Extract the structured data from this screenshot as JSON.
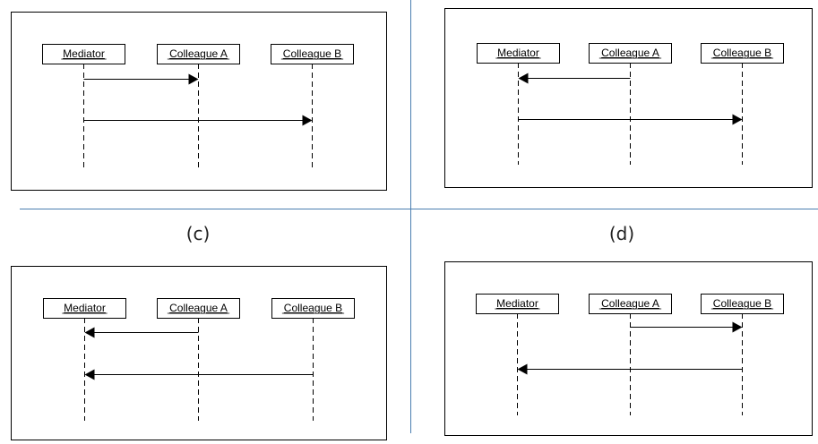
{
  "panels": [
    {
      "id": "a",
      "caption": "",
      "participants": [
        "Mediator",
        "Colleague A",
        "Colleague B"
      ],
      "messages": [
        {
          "from": "Mediator",
          "to": "Colleague A"
        },
        {
          "from": "Mediator",
          "to": "Colleague B"
        }
      ]
    },
    {
      "id": "b",
      "caption": "",
      "participants": [
        "Mediator",
        "Colleague A",
        "Colleague B"
      ],
      "messages": [
        {
          "from": "Colleague A",
          "to": "Mediator"
        },
        {
          "from": "Mediator",
          "to": "Colleague B"
        }
      ]
    },
    {
      "id": "c",
      "caption": "(c)",
      "participants": [
        "Mediator",
        "Colleague A",
        "Colleague B"
      ],
      "messages": [
        {
          "from": "Colleague A",
          "to": "Mediator"
        },
        {
          "from": "Colleague B",
          "to": "Mediator"
        }
      ]
    },
    {
      "id": "d",
      "caption": "(d)",
      "participants": [
        "Mediator",
        "Colleague A",
        "Colleague B"
      ],
      "messages": [
        {
          "from": "Colleague A",
          "to": "Colleague B"
        },
        {
          "from": "Colleague B",
          "to": "Mediator"
        }
      ]
    }
  ]
}
